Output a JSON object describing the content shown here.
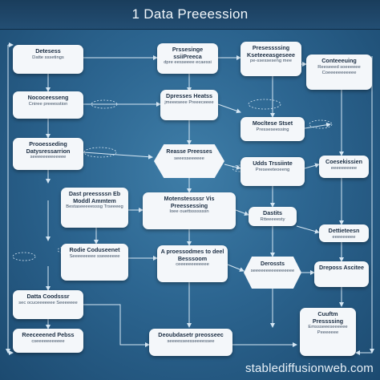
{
  "title": "1 Data Preeession",
  "watermark": "stablediffusionweb.com",
  "nodes": [
    {
      "id": "n1",
      "heading": "Detesess",
      "sub": "Datte sssetings"
    },
    {
      "id": "n2",
      "heading": "Prssesinge ssiiPreeca",
      "sub": "dpre eesseeee ecaessi"
    },
    {
      "id": "n3",
      "heading": "Presessssing Kseteeeasgeseee",
      "sub": "pe-ssesseseng mee"
    },
    {
      "id": "n4",
      "heading": "Conteeeuing",
      "sub": "Reeseeed soeeeeee Coeeeeeeeeeee"
    },
    {
      "id": "n5",
      "heading": "Nococeesseng",
      "sub": "Cniree preeesstion"
    },
    {
      "id": "n6",
      "heading": "Dpresses Heatss",
      "sub": "jmeeeseee Preeeceeee"
    },
    {
      "id": "n7",
      "heading": "Mocltese Stset",
      "sub": "Presseseessing"
    },
    {
      "id": "n8",
      "heading": "Prooesseding Datysressarrion",
      "sub": "seeeeeeeeeeeee"
    },
    {
      "id": "n9",
      "heading": "Reasse Preesses",
      "sub": "seeesseeeeee"
    },
    {
      "id": "n10",
      "heading": "Udds Trssiinte",
      "sub": "Preseeeteoeeng"
    },
    {
      "id": "n11",
      "heading": "Coesekissien",
      "sub": "eeeeeeeeee"
    },
    {
      "id": "n12",
      "heading": "Dast preessssn Eb Moddl Ammtem",
      "sub": "Bestaseeeeesssg Trseeeeg"
    },
    {
      "id": "n13",
      "heading": "Motenstessssr Vis Preessessing",
      "sub": "Ioee ouettsssssssn"
    },
    {
      "id": "n14",
      "heading": "Dastits",
      "sub": "Rtteeeeesty"
    },
    {
      "id": "n15",
      "heading": "Dettieteesn",
      "sub": "eeeeeeeee"
    },
    {
      "id": "n16",
      "heading": "Rodie Coduseenet",
      "sub": "Seeeeeeeee sseeeeeee"
    },
    {
      "id": "n17",
      "heading": "A proessodmes to deel Besssoom",
      "sub": "ceeeeeeeeeeee"
    },
    {
      "id": "n18",
      "heading": "Derossts",
      "sub": "seeeeeeeeeeeeeeee"
    },
    {
      "id": "n19",
      "heading": "Dreposs Ascitee",
      "sub": ""
    },
    {
      "id": "n20",
      "heading": "Datta Coodsssr",
      "sub": "sec ocuceeeeeee Seeeeeee"
    },
    {
      "id": "n21",
      "heading": "Reeceeened Pebss",
      "sub": "cseeeeeeeeeee"
    },
    {
      "id": "n22",
      "heading": "Deoubdasetr preosseec",
      "sub": "seeeesseesseeeessee"
    },
    {
      "id": "n23",
      "heading": "Cuuftm Pressssing",
      "sub": "Emssseeeseeeeee Peeeeeee"
    }
  ],
  "colors": {
    "background": "#2c6590",
    "node": "#f4f7fa",
    "wire": "#d6e7f4",
    "titlebar": "#1a3d5c"
  }
}
